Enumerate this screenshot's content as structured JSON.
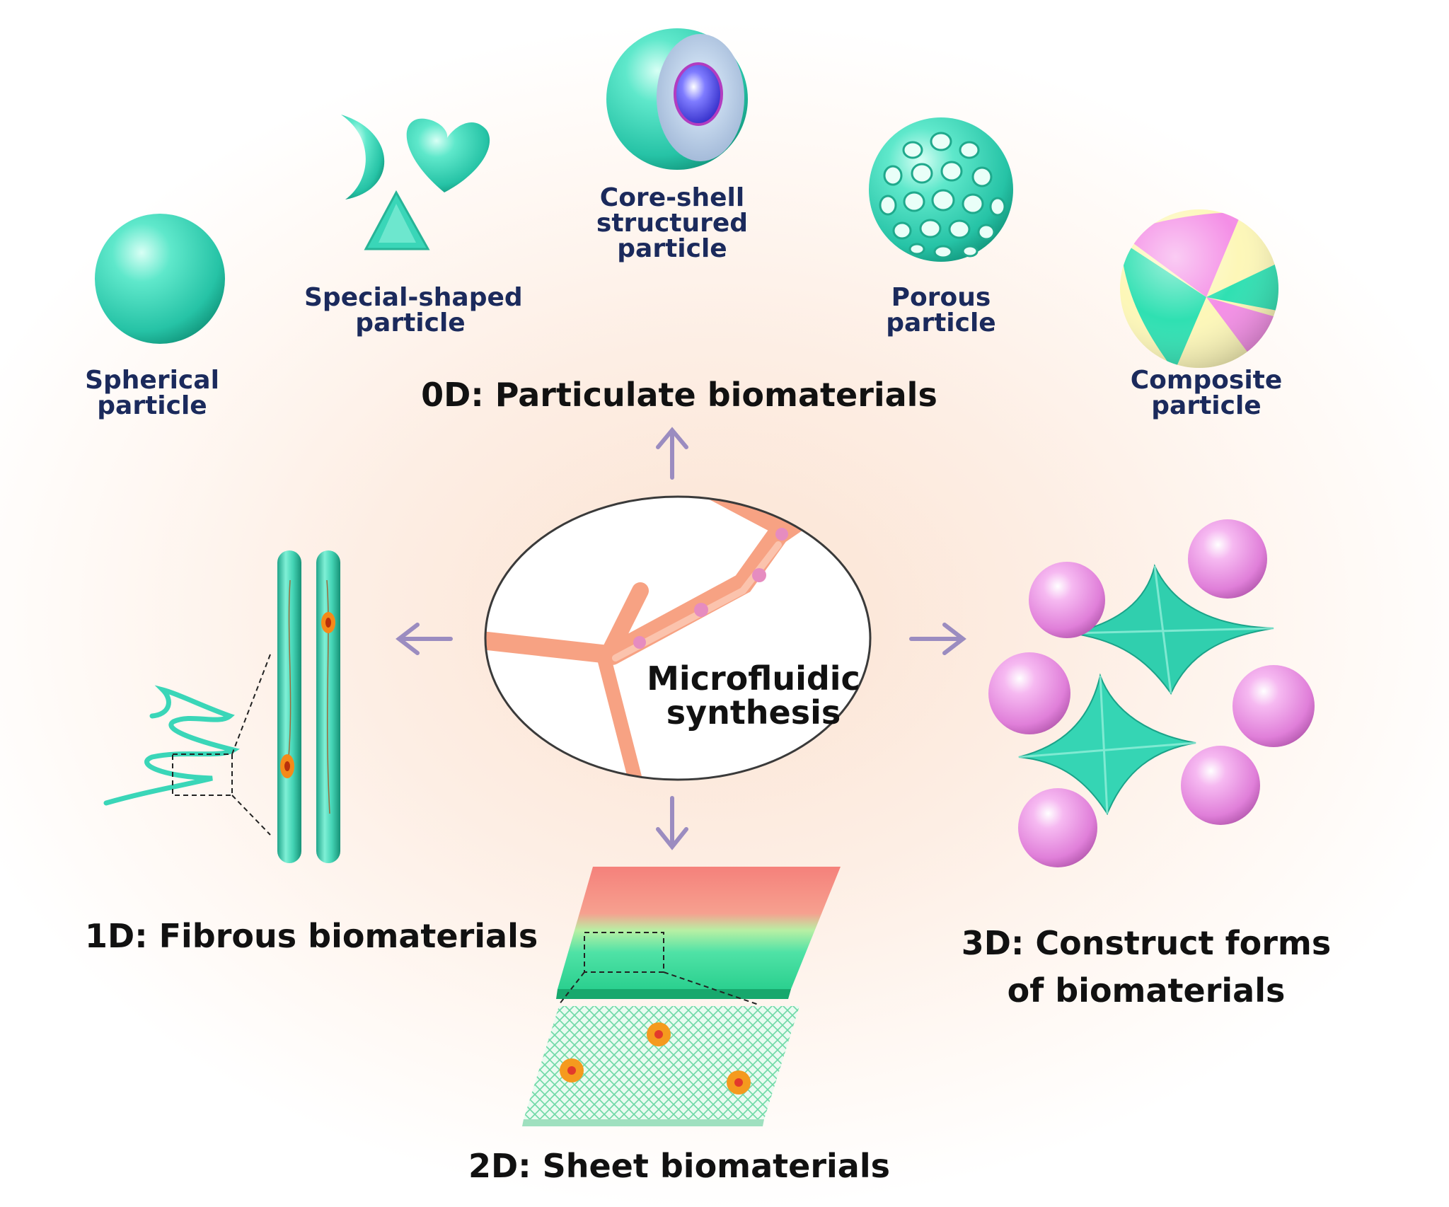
{
  "labels": {
    "spherical": [
      "Spherical",
      "particle"
    ],
    "special_shaped": [
      "Special-shaped",
      "particle"
    ],
    "core_shell": [
      "Core-shell",
      "structured",
      "particle"
    ],
    "porous": [
      "Porous",
      "particle"
    ],
    "composite": [
      "Composite",
      "particle"
    ],
    "zero_d": "0D: Particulate biomaterials",
    "center": [
      "Microfluidic",
      "synthesis"
    ],
    "one_d": "1D: Fibrous biomaterials",
    "two_d": "2D: Sheet biomaterials",
    "three_d": [
      "3D: Construct forms",
      "of biomaterials"
    ]
  },
  "colors": {
    "teal": "#3ddcbe",
    "pink": "#ee8ee8",
    "arrow": "#9b8cc0",
    "channel": "#f7a283",
    "label_small": "#1b2a5c",
    "label_big": "#111111"
  }
}
